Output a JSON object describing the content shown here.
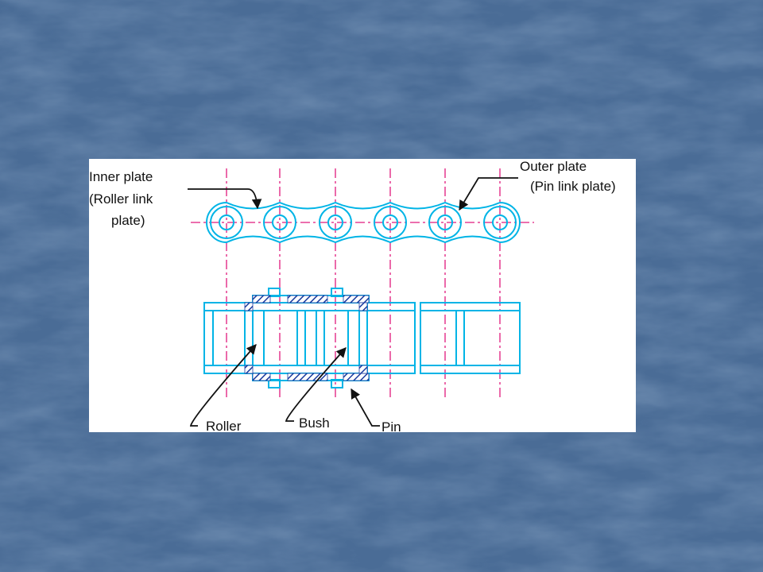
{
  "slide": {
    "background_color": "#4a6c96"
  },
  "diagram": {
    "line_color": "#00b4e6",
    "centerline_color": "#e0197d",
    "labels": {
      "inner_plate_line1": "Inner plate",
      "inner_plate_line2": "(Roller link",
      "inner_plate_line3": "plate)",
      "outer_plate_line1": "Outer plate",
      "outer_plate_line2": "(Pin link plate)",
      "roller": "Roller",
      "bush": "Bush",
      "pin": "Pin"
    }
  }
}
